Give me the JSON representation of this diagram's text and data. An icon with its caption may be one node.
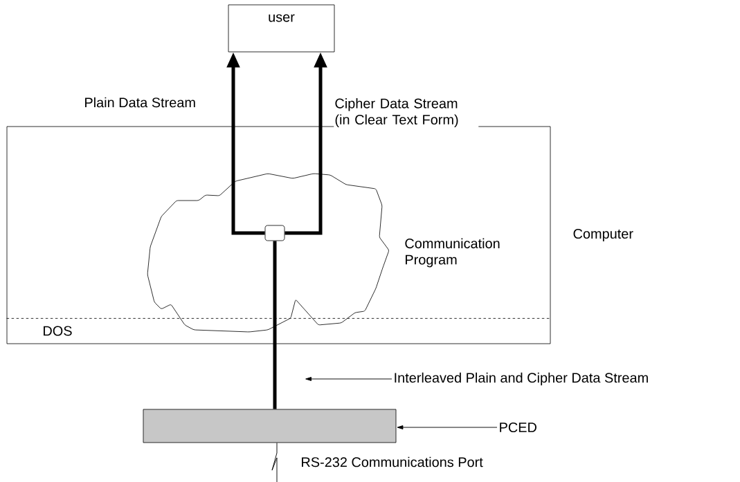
{
  "diagram": {
    "nodes": [
      {
        "text": [
          "Computer"
        ]
      },
      {
        "text": [
          "DOS"
        ],
        "in": 0
      },
      {
        "text": [
          "Communication Program"
        ],
        "in": 0
      },
      {
        "text": [],
        "shape": "box",
        "in": 2
      },
      {
        "text": [
          "user"
        ]
      },
      {
        "text": [],
        "shape": "bar"
      },
      {
        "text": [
          "Interleaved Plain and Cipher Data Stream"
        ]
      },
      {
        "text": [
          "PCED"
        ]
      }
    ],
    "edges": [
      {
        "from": 3,
        "to": 4,
        "arrow": "to",
        "style": "thick",
        "label": "Plain Data Stream"
      },
      {
        "from": 3,
        "to": 4,
        "arrow": "to",
        "style": "thick",
        "label": "Cipher Data Stream (in Clear Text Form)"
      },
      {
        "from": 5,
        "to": 3,
        "arrow": "none",
        "style": "thick"
      },
      {
        "from": 5,
        "to": null,
        "arrow": "none",
        "label": "RS-232 Communications Port"
      },
      {
        "from": 6,
        "to": null,
        "arrow": "to"
      },
      {
        "from": 7,
        "to": 5,
        "arrow": "to"
      }
    ]
  }
}
